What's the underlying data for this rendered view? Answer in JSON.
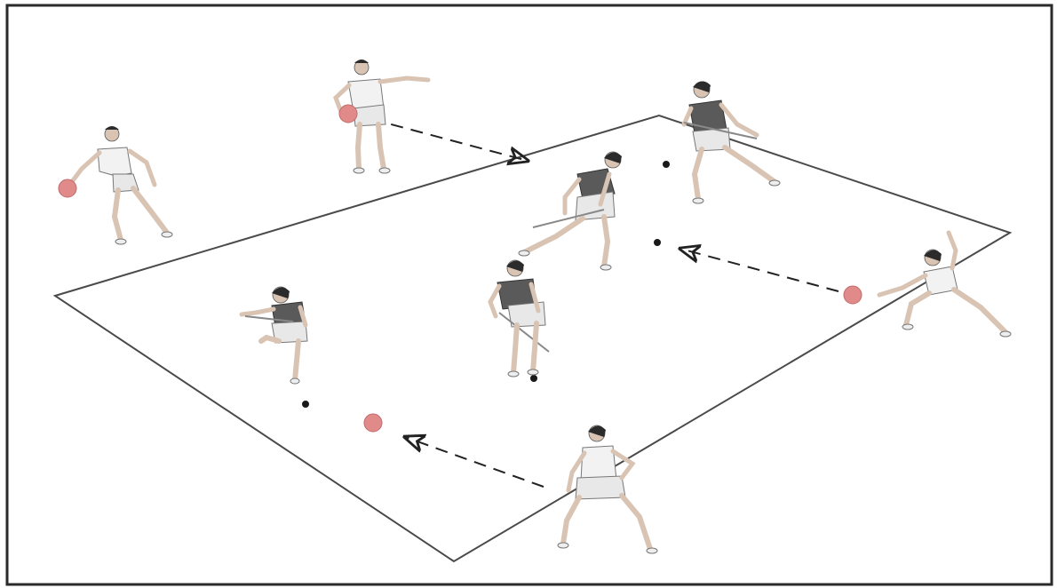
{
  "colors": {
    "frame": "#2a2a2a",
    "field_line": "#4a4a4a",
    "ball": "#e08a8a",
    "ball_stroke": "#c26b6b",
    "puck": "#1a1a1a",
    "dark_shirt": "#5a5a5a",
    "light_shirt": "#f2f2f2",
    "skin": "#d9c4b4",
    "hair": "#2b2b2b",
    "arrow": "#222222"
  },
  "players": [
    {
      "role": "thrower",
      "shirt": "light",
      "has_ball": true
    },
    {
      "role": "thrower",
      "shirt": "light",
      "has_ball": true
    },
    {
      "role": "defender",
      "shirt": "dark",
      "has_ball": false
    },
    {
      "role": "defender",
      "shirt": "dark",
      "has_ball": false
    },
    {
      "role": "thrower",
      "shirt": "light",
      "has_ball": true
    },
    {
      "role": "defender",
      "shirt": "dark",
      "has_ball": false
    },
    {
      "role": "defender",
      "shirt": "dark",
      "has_ball": false
    },
    {
      "role": "thrower",
      "shirt": "light",
      "has_ball": false
    }
  ],
  "balls_thrown": 3,
  "throw_arrows": 3,
  "pucks_on_field": 4
}
